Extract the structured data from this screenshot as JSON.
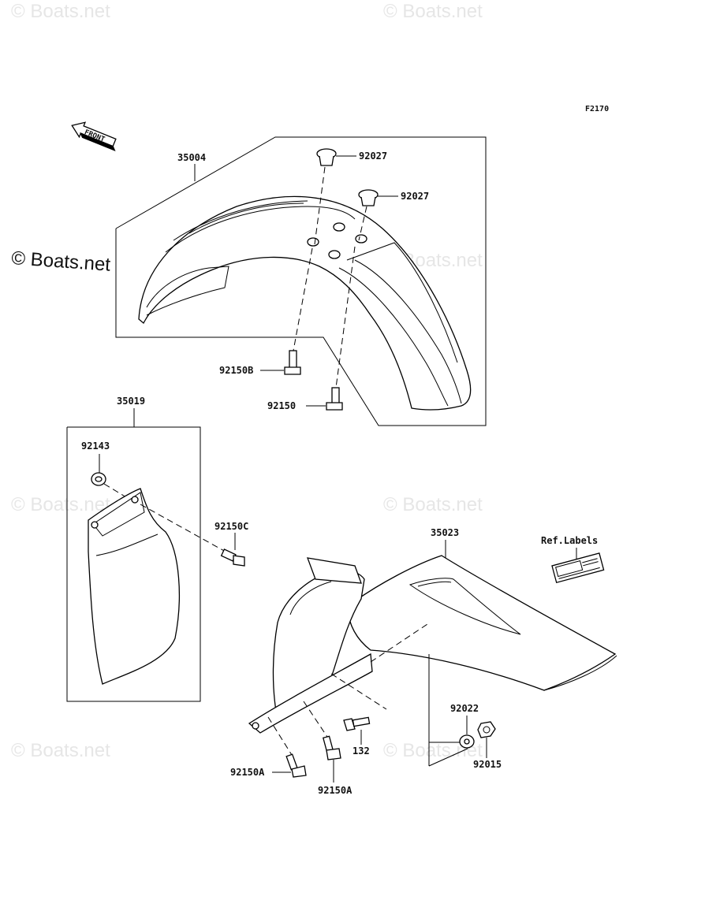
{
  "figure_code": "F2170",
  "front_arrow_label": "FRONT",
  "watermark": "© Boats.net",
  "parts": {
    "front_fender": "35004",
    "front_cap_upper": "92027",
    "front_cap_lower": "92027",
    "front_bolt_b": "92150B",
    "front_bolt": "92150",
    "mud_guard": "35019",
    "grommet": "92143",
    "guard_bolt_c": "92150C",
    "rear_fender": "35023",
    "ref_labels": "Ref.Labels",
    "washer": "92022",
    "nut": "92015",
    "rear_bolt_132": "132",
    "rear_bolt_a1": "92150A",
    "rear_bolt_a2": "92150A"
  }
}
